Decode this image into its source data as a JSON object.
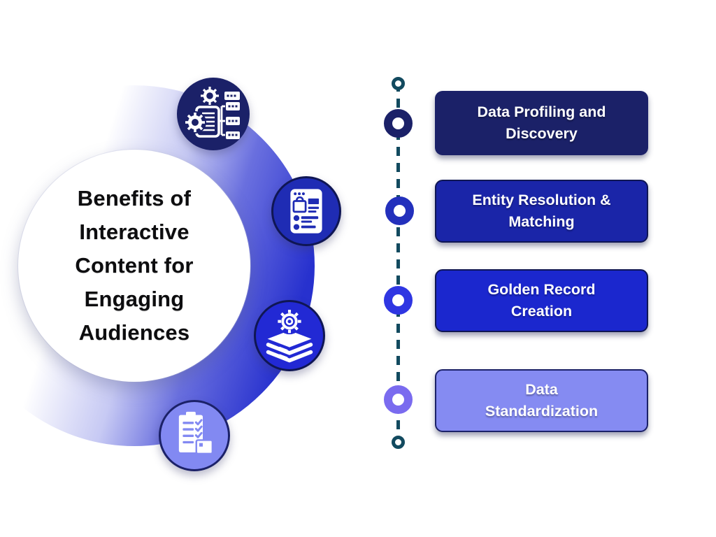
{
  "title": {
    "full": "Benefits of Interactive Content for Engaging Audiences",
    "lines": [
      "Benefits of",
      "Interactive",
      "Content for",
      "Engaging",
      "Audiences"
    ]
  },
  "steps": [
    {
      "label": "Data Profiling and Discovery",
      "line1": "Data Profiling and",
      "line2": "Discovery",
      "icon": "data-processing-icon",
      "card_color": "#1B2168",
      "node_color": "#1B2168"
    },
    {
      "label": "Entity Resolution & Matching",
      "line1": "Entity Resolution &",
      "line2": "Matching",
      "icon": "product-page-icon",
      "card_color": "#1A25A8",
      "node_color": "#2330BC"
    },
    {
      "label": "Golden Record Creation",
      "line1": "Golden Record",
      "line2": "Creation",
      "icon": "layers-gear-icon",
      "card_color": "#1B27CE",
      "node_color": "#2F36E2"
    },
    {
      "label": "Data Standardization",
      "line1": "Data",
      "line2": "Standardization",
      "icon": "checklist-icon",
      "card_color": "#858BF2",
      "node_color": "#7A6BEF"
    }
  ],
  "timeline": {
    "line_color": "#124A5F",
    "terminal_color": "#124A5F",
    "style": "dashed"
  },
  "colors": {
    "navy": "#1B2168",
    "royal_blue": "#1F2CB4",
    "bright_blue": "#1B27CE",
    "periwinkle": "#8289F2",
    "teal_line": "#124A5F",
    "arc_blue": "#2C34D0",
    "text_dark": "#0d0d0f",
    "text_light": "#ffffff"
  }
}
